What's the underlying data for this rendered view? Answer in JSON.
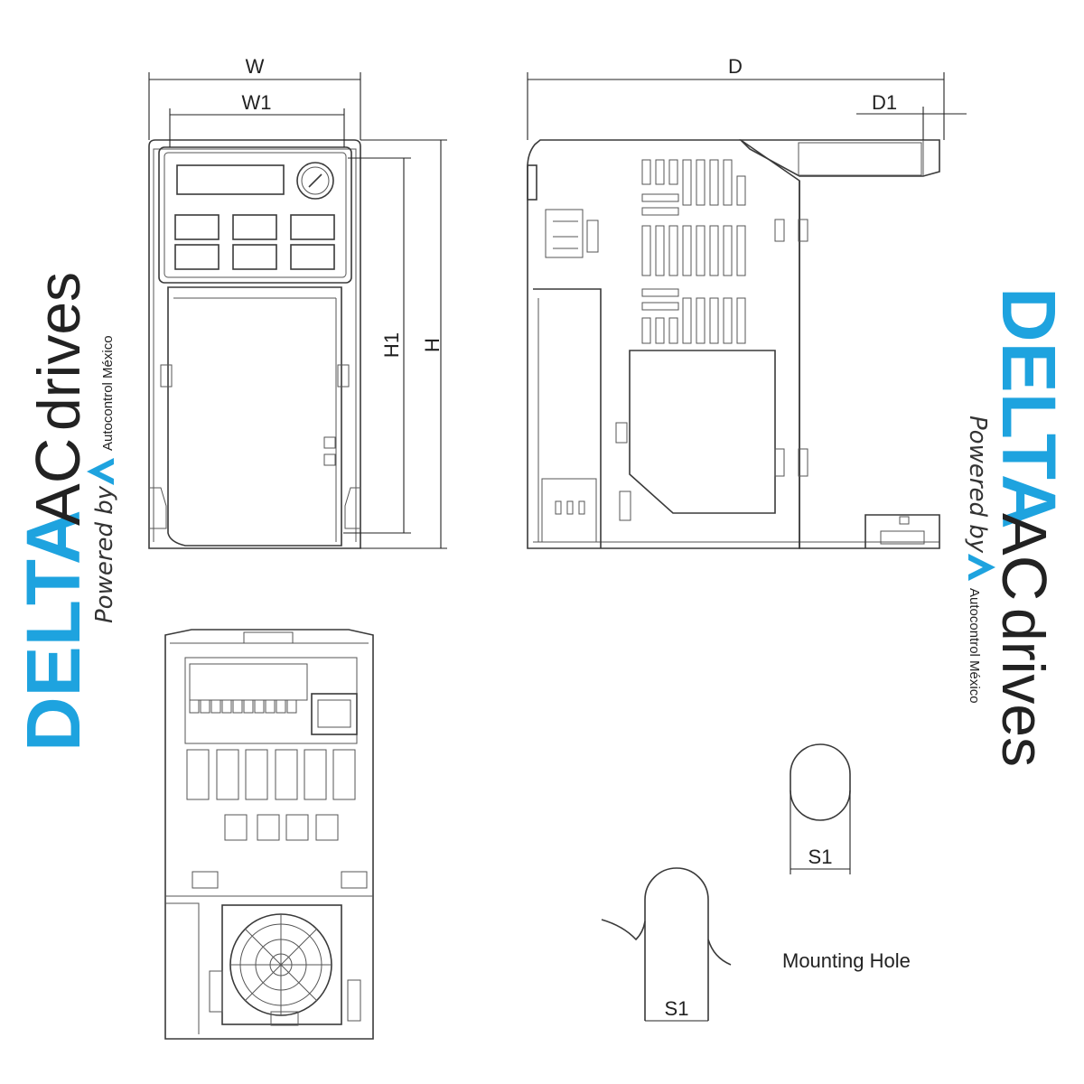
{
  "dimensions": {
    "width": "W",
    "width_inner": "W1",
    "depth": "D",
    "depth_offset": "D1",
    "height": "H",
    "height_inner": "H1",
    "slot_width": "S1"
  },
  "mounting_hole_label": "Mounting Hole",
  "branding": {
    "left": {
      "brand": "DELTA",
      "ac": "AC",
      "drives": "drives",
      "powered_by": "Powered by",
      "company": "Autocontrol México"
    },
    "right": {
      "brand": "DELTA",
      "ac": "AC",
      "drives": "drives",
      "powered_by": "Powered by",
      "company": "Autocontrol México"
    },
    "accent_color": "#1ea3df"
  }
}
